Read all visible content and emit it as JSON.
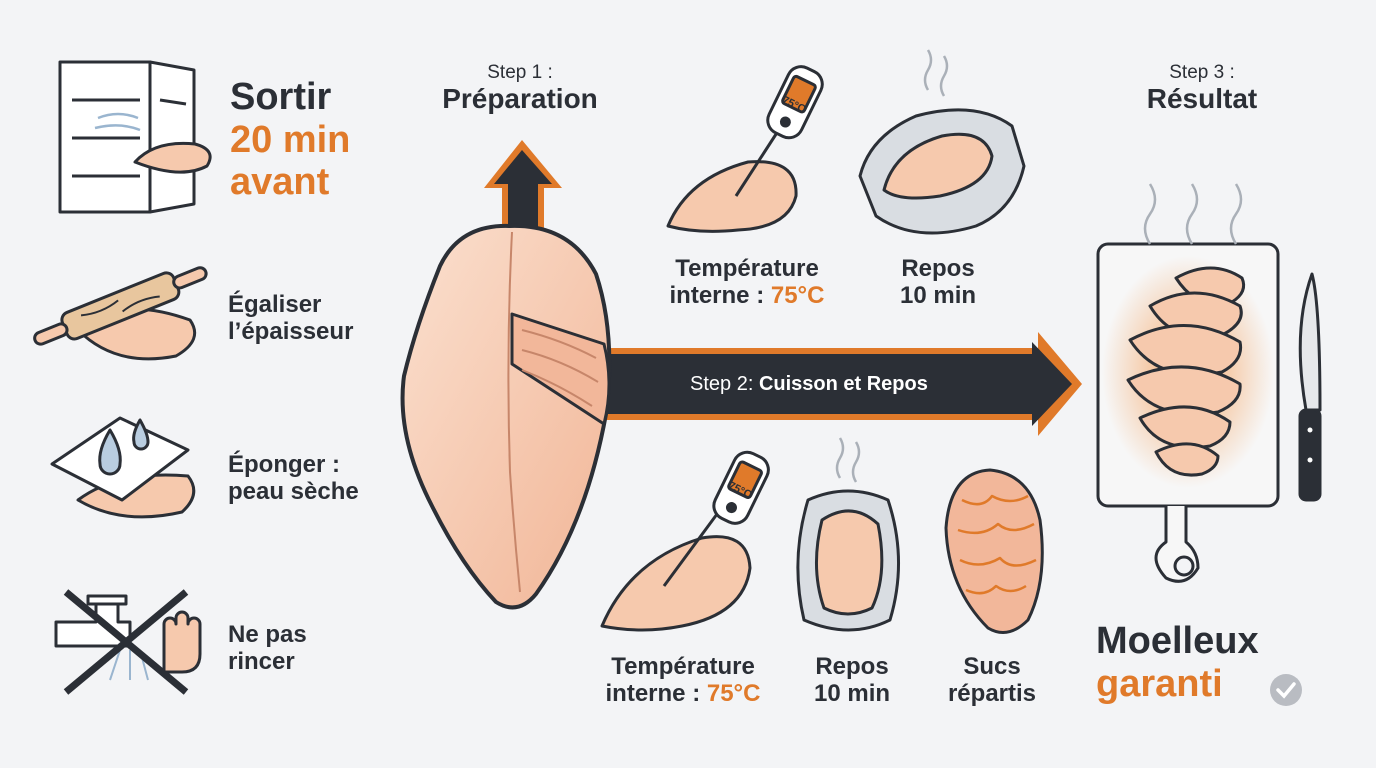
{
  "left_steps": [
    {
      "icon": "fridge-icon",
      "lines": [
        "Sortir"
      ],
      "highlight_lines": [
        "20 min",
        "avant"
      ]
    },
    {
      "icon": "rolling-pin-icon",
      "lines": [
        "Égaliser",
        "l’épaisseur"
      ]
    },
    {
      "icon": "paper-towel-icon",
      "lines": [
        "Éponger :",
        "peau sèche"
      ]
    },
    {
      "icon": "no-rinse-icon",
      "lines": [
        "Ne pas",
        "rincer"
      ]
    }
  ],
  "step1": {
    "sub": "Step 1 :",
    "title": "Préparation"
  },
  "step2": {
    "prefix": "Step 2: ",
    "title": "Cuisson et Repos"
  },
  "step3": {
    "sub": "Step 3 :",
    "title": "Résultat"
  },
  "top_items": [
    {
      "line1": "Température",
      "line2_prefix": "interne : ",
      "line2_value": "75°C"
    },
    {
      "line1": "Repos",
      "line2": "10 min"
    }
  ],
  "bottom_items": [
    {
      "line1": "Température",
      "line2_prefix": "interne : ",
      "line2_value": "75°C"
    },
    {
      "line1": "Repos",
      "line2": "10 min"
    },
    {
      "line1": "Sucs",
      "line2": "répartis"
    }
  ],
  "thermometer_display": "75°C",
  "result": {
    "line1": "Moelleux",
    "line2": "garanti"
  },
  "colors": {
    "accent": "#e07a2a",
    "dark": "#2b2f36",
    "meat": "#f6c9ad",
    "background": "#f3f4f6"
  }
}
